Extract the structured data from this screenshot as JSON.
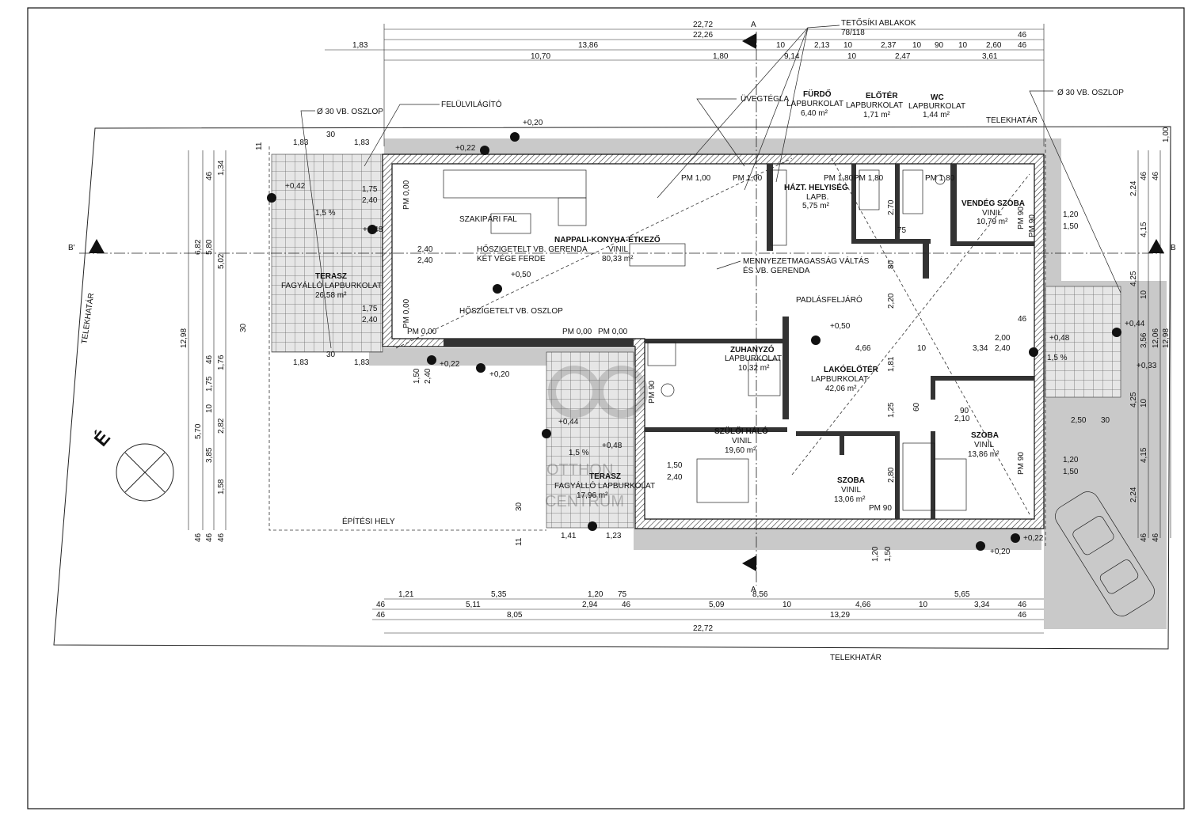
{
  "labels": {
    "roof_windows": "TETŐSÍKI ABLAKOK",
    "roof_windows_size": "78/118",
    "column_left": "Ø 30 VB. OSZLOP",
    "column_right": "Ø 30 VB. OSZLOP",
    "skylight": "FELÜLVILÁGÍTÓ",
    "glass_brick": "ÜVEGTÉGLA",
    "boundary_top": "TELEKHATÁR",
    "boundary_left": "TELEKHATÁR",
    "boundary_bottom": "TELEKHATÁR",
    "masonry_wall": "SZAKIPÁRI FAL",
    "insulated_beam_1": "HŐSZIGETELT VB. GERENDA",
    "insulated_beam_2": "KÉT VÉGE FERDE",
    "insulated_column": "HŐSZIGETELT VB. OSZLOP",
    "ceiling_change_1": "MENNYEZETMAGASSÁG VÁLTÁS",
    "ceiling_change_2": "ÉS VB. GERENDA",
    "attic_access": "PADLÁSFELJÁRÓ",
    "building_site": "ÉPÍTÉSI HELY",
    "north": "É",
    "section_a": "A",
    "section_b_left": "B'",
    "section_b_right": "B",
    "slope": "1,5 %",
    "watermark_line1": "OTTHON",
    "watermark_line2": "CENTRUM"
  },
  "rooms": [
    {
      "name": "FÜRDŐ",
      "floor": "LAPBURKOLAT",
      "area": "6,40 m²"
    },
    {
      "name": "ELŐTÉR",
      "floor": "LAPBURKOLAT",
      "area": "1,71 m²"
    },
    {
      "name": "WC",
      "floor": "LAPBURKOLAT",
      "area": "1,44 m²"
    },
    {
      "name": "HÁZT. HELYISÉG",
      "floor": "LAPB.",
      "area": "5,75 m²"
    },
    {
      "name": "VENDÉG SZOBA",
      "floor": "VINIL",
      "area": "10,79 m²"
    },
    {
      "name": "NAPPALI-KONYHA-ÉTKEZŐ",
      "floor": "VINIL",
      "area": "80,33 m²"
    },
    {
      "name": "TERASZ",
      "floor": "FAGYÁLLÓ LAPBURKOLAT",
      "area": "26,58 m²"
    },
    {
      "name": "ZUHANYZÓ",
      "floor": "LAPBURKOLAT",
      "area": "10,32 m²"
    },
    {
      "name": "LAKÓELŐTÉR",
      "floor": "LAPBURKOLAT",
      "area": "42,06 m²"
    },
    {
      "name": "SZÜLŐI HÁLÓ",
      "floor": "VINIL",
      "area": "19,60 m²"
    },
    {
      "name": "SZOBA",
      "floor": "VINIL",
      "area": "13,06 m²"
    },
    {
      "name": "SZOBA",
      "floor": "VINIL",
      "area": "13,86 m²"
    },
    {
      "name": "TERASZ",
      "floor": "FAGYÁLLÓ LAPBURKOLAT",
      "area": "17,96 m²"
    }
  ],
  "levels": [
    "+0,20",
    "+0,22",
    "+0,42",
    "+0,48",
    "+0,50",
    "+0,50",
    "+0,22",
    "+0,20",
    "+0,44",
    "+0,48",
    "+0,44",
    "+0,48",
    "+0,33",
    "+0,22",
    "+0,20"
  ],
  "parapets": [
    "PM 0,00",
    "PM 0,00",
    "PM 0,00",
    "PM 0,00",
    "PM 0,00",
    "PM 1,00",
    "PM 1,00",
    "PM 1,80",
    "PM 1,80",
    "PM 1,80",
    "PM 90",
    "PM 90",
    "PM 90",
    "PM 90",
    "PM 90"
  ],
  "dims_top": {
    "row1": [
      "22,72"
    ],
    "row2": [
      "22,26",
      "46"
    ],
    "row3": [
      "1,83",
      "13,86",
      "10",
      "2,13",
      "10",
      "2,37",
      "10",
      "90",
      "10",
      "2,60",
      "46"
    ],
    "row4": [
      "10,70",
      "1,80",
      "9,14",
      "10",
      "2,47",
      "3,61"
    ]
  },
  "dims_bottom": {
    "row1": [
      "1,21",
      "5,35",
      "1,20",
      "75",
      "8,56",
      "5,65"
    ],
    "row2": [
      "46",
      "5,11",
      "2,94",
      "46",
      "5,09",
      "10",
      "4,66",
      "10",
      "3,34",
      "46"
    ],
    "row3": [
      "46",
      "8,05",
      "13,29",
      "46"
    ],
    "row4": [
      "22,72"
    ]
  },
  "dims_left": [
    "12,98",
    "6,82",
    "5,80",
    "5,02",
    "46",
    "1,34",
    "1,76",
    "46",
    "1,75",
    "10",
    "5,70",
    "3,85",
    "2,82",
    "1,58",
    "46",
    "46",
    "46",
    "30",
    "11"
  ],
  "dims_right": [
    "1,00",
    "46",
    "2,24",
    "4,15",
    "46",
    "12,06",
    "12,98",
    "10",
    "3,56",
    "4,25",
    "4,25",
    "10",
    "4,15",
    "2,24",
    "46",
    "46"
  ],
  "dims_inner": [
    "1,83",
    "1,83",
    "1,83",
    "1,83",
    "1,75",
    "2,40",
    "1,75",
    "2,40",
    "2,40",
    "2,40",
    "1,50",
    "2,40",
    "4,66",
    "10",
    "3,34",
    "2,40",
    "2,00",
    "1,20",
    "1,50",
    "1,20",
    "1,50",
    "1,50",
    "2,40",
    "1,41",
    "1,23",
    "2,50",
    "30",
    "1,20",
    "1,50",
    "2,70",
    "2,20",
    "1,81",
    "1,25",
    "2,80",
    "2,10",
    "90",
    "75",
    "60",
    "80",
    "46",
    "30",
    "30",
    "30",
    "11"
  ]
}
